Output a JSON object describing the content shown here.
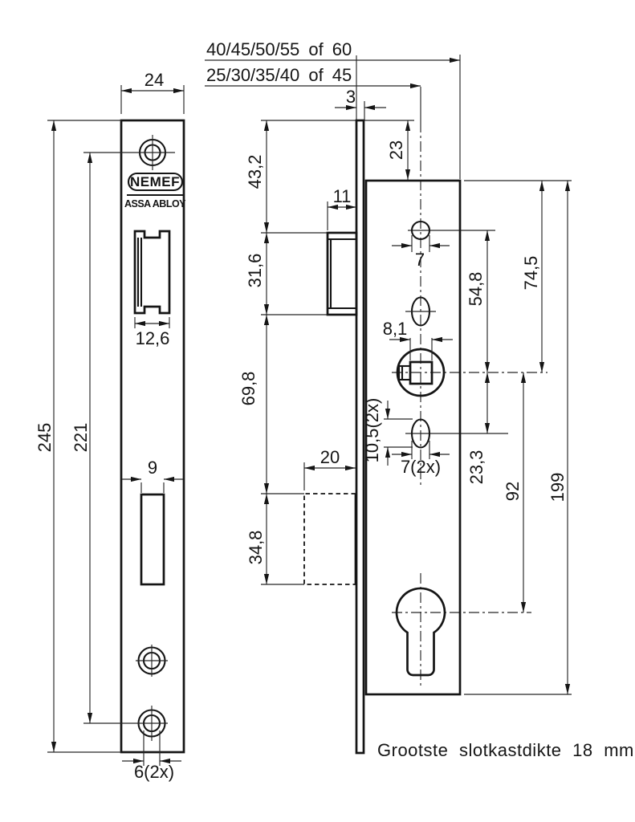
{
  "colors": {
    "ink": "#151515",
    "background": "#ffffff"
  },
  "brand": {
    "logo": "NEMEF",
    "sub_logo": "ASSA ABLOY"
  },
  "note": "Grootste slotkastdikte 18 mm",
  "options": {
    "case_depth_options": "40/45/50/55 of 60",
    "backset_options": "25/30/35/40 of 45"
  },
  "front_view": {
    "faceplate_width": "24",
    "faceplate_height": "245",
    "screw_hole_spacing": "221",
    "latch_cutout_width": "12,6",
    "deadbolt_cutout_width": "9",
    "screw_hole_diameter": "6(2x)"
  },
  "side_view": {
    "faceplate_thickness": "3",
    "faceplate_top_to_case": "23",
    "top_to_latch": "43,2",
    "latch_height": "31,6",
    "latch_to_deadbolt": "69,8",
    "deadbolt_height": "34,8",
    "latch_projection": "11",
    "deadbolt_projection": "20",
    "top_hole_diameter": "7",
    "spindle_hole_width": "8,1",
    "slot_height": "10,5(2x)",
    "slot_width": "7(2x)",
    "hole_to_spindle": "54,8",
    "case_top_to_spindle": "74,5",
    "spindle_to_slot": "23,3",
    "spindle_to_cylinder": "92",
    "case_height": "199"
  }
}
